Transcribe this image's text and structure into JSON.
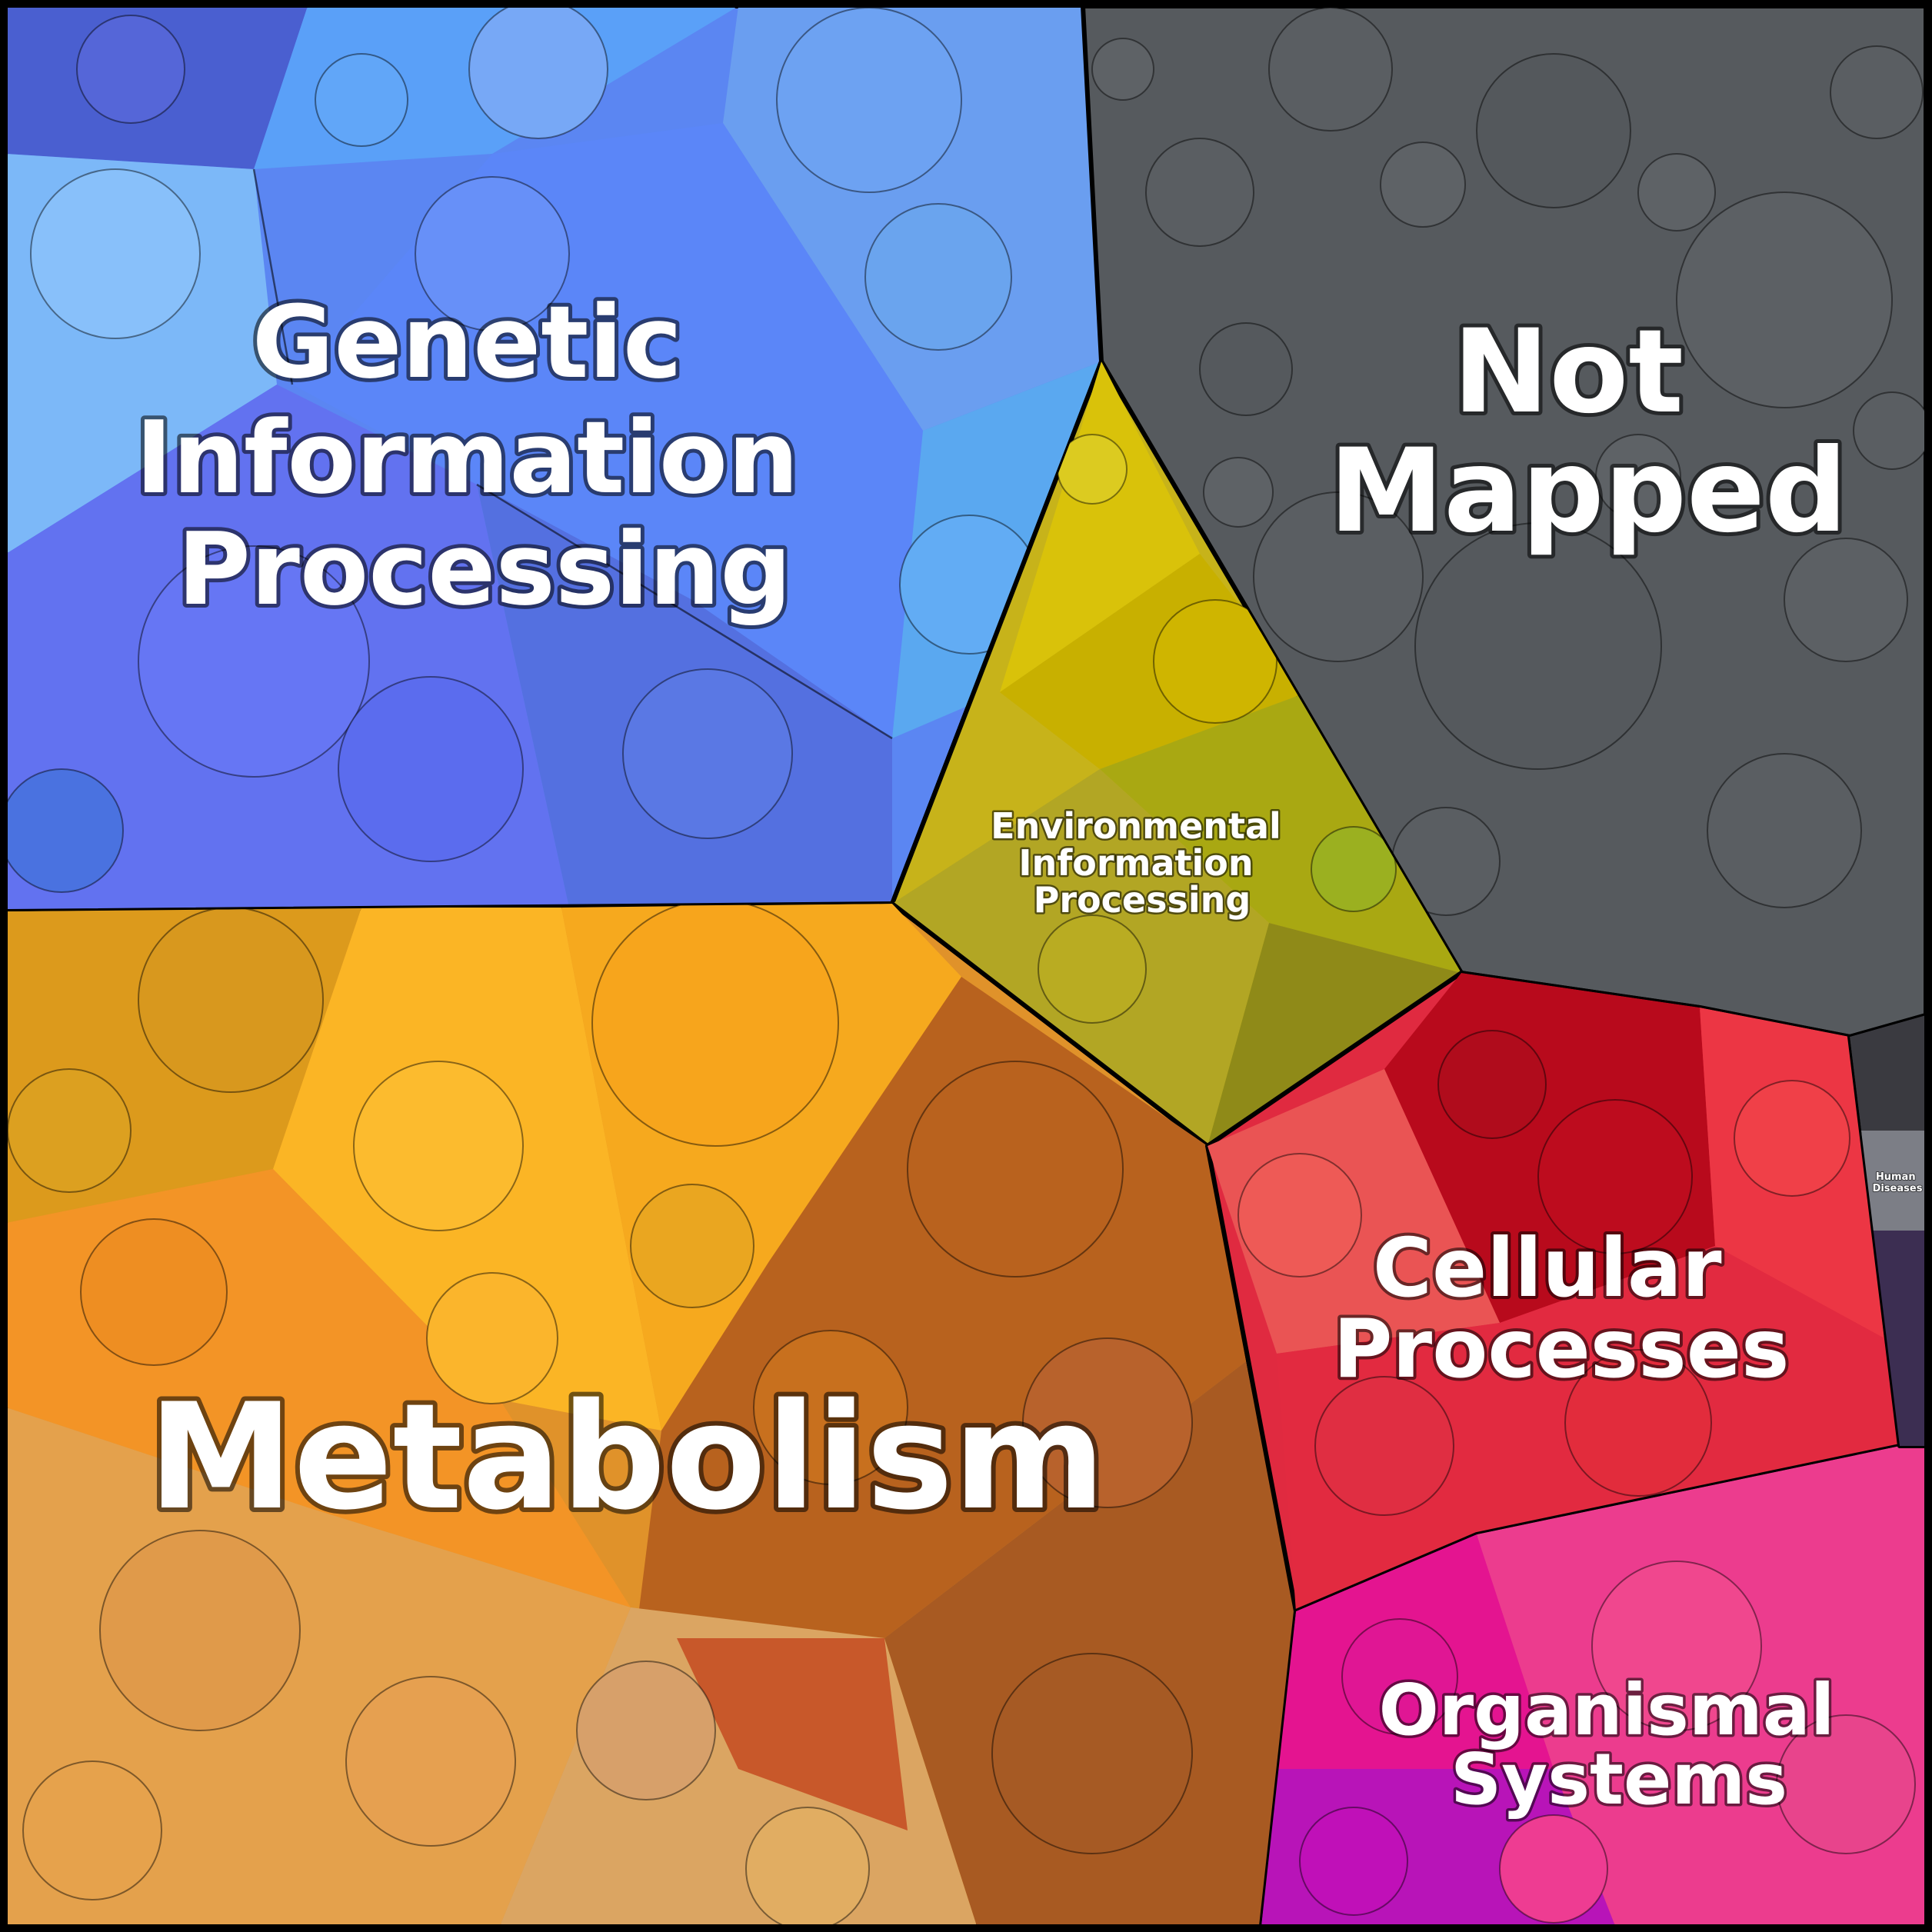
{
  "regions": [
    {
      "id": "genetic",
      "lines": [
        "Genetic",
        "Information",
        "Processing"
      ],
      "color": "#5b86f2"
    },
    {
      "id": "not_mapped",
      "lines": [
        "Not",
        "Mapped"
      ],
      "color": "#565a5e"
    },
    {
      "id": "environmental",
      "lines": [
        "Environmental",
        "Information",
        "Processing"
      ],
      "color": "#c7b31a"
    },
    {
      "id": "metabolism",
      "lines": [
        "Metabolism"
      ],
      "color": "#e0922a"
    },
    {
      "id": "cellular",
      "lines": [
        "Cellular",
        "Processes"
      ],
      "color": "#e02a40"
    },
    {
      "id": "organismal",
      "lines": [
        "Organismal",
        "Systems"
      ],
      "color": "#e0368c"
    },
    {
      "id": "human_diseases",
      "lines": [
        "Human",
        "Diseases"
      ],
      "color": "#7a6b80"
    }
  ]
}
